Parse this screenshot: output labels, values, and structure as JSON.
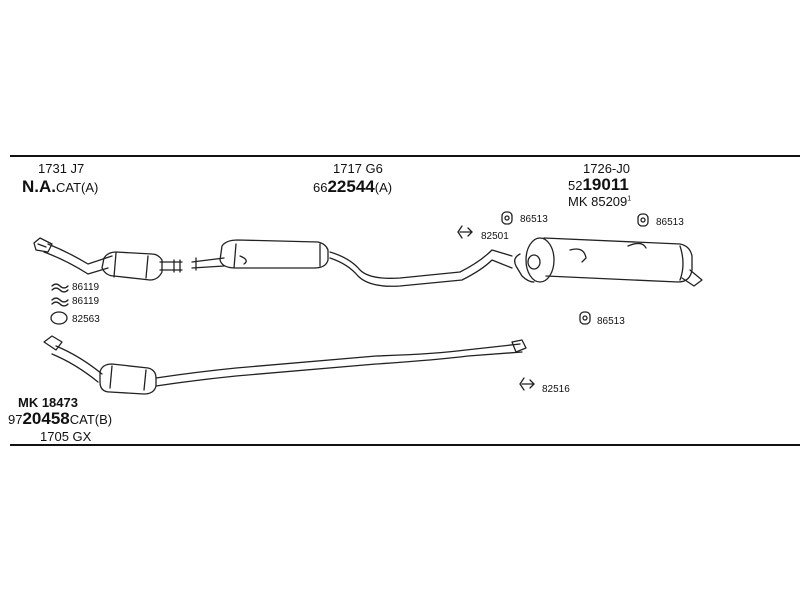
{
  "labels": {
    "catalyst_top_code": "1731 J7",
    "catalyst_top_bold": "N.A.",
    "catalyst_top_suffix": "CAT(A)",
    "middle_code": "1717 G6",
    "middle_prefix": "66",
    "middle_bold": "22544",
    "middle_suffix": "(A)",
    "rear_code": "1726-J0",
    "rear_prefix": "52",
    "rear_bold": "19011",
    "rear_mk": "MK  85209",
    "rear_mk_sup": "1",
    "front_mk": "MK  18473",
    "front_prefix": "97",
    "front_bold": "20458",
    "front_suffix": "CAT(B)",
    "front_code": "1705 GX"
  },
  "parts": {
    "p86119a": "86119",
    "p86119b": "86119",
    "p82563": "82563",
    "p82501": "82501",
    "p86513a": "86513",
    "p86513b": "86513",
    "p86513c": "86513",
    "p82516": "82516"
  }
}
